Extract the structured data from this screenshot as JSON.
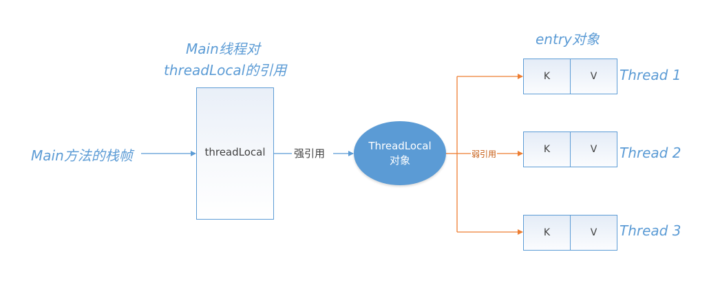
{
  "labels": {
    "main_frame": "Main方法的栈帧",
    "main_ref_line1": "Main线程对",
    "main_ref_line2": "threadLocal的引用",
    "entry_title": "entry对象"
  },
  "stack_box": {
    "label": "threadLocal"
  },
  "threadlocal_object": {
    "line1": "ThreadLocal",
    "line2": "对象"
  },
  "arrows": {
    "strong_ref": "强引用",
    "weak_ref": "弱引用"
  },
  "entries": [
    {
      "key": "K",
      "value": "V",
      "thread": "Thread 1"
    },
    {
      "key": "K",
      "value": "V",
      "thread": "Thread 2"
    },
    {
      "key": "K",
      "value": "V",
      "thread": "Thread 3"
    }
  ],
  "colors": {
    "blue": "#5b9bd5",
    "orange": "#ed7d31",
    "text": "#404040"
  }
}
